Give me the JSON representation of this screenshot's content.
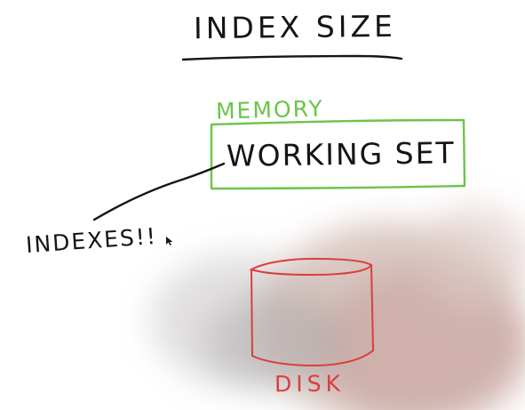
{
  "title": "INDEX SIZE",
  "memory_label": "MEMORY",
  "working_set_label": "WORKING SET",
  "indexes_label": "INDEXES!!",
  "disk_label": "DISK",
  "colors": {
    "ink": "#151515",
    "memory": "#6cc44a",
    "disk": "#d8403d",
    "hand_shadow": "#b9b1ae"
  }
}
